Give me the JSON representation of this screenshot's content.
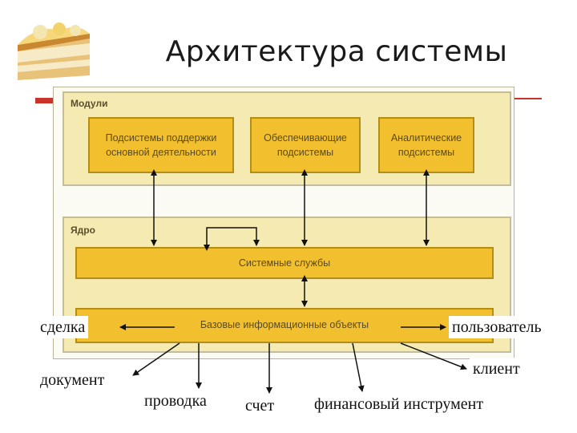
{
  "title": "Архитектура системы",
  "colors": {
    "accent": "#c8342a",
    "panel": "#f5ebb2",
    "box": "#f2c02e",
    "box_border": "#b38d14"
  },
  "diagram": {
    "modules": {
      "title": "Модули",
      "boxes": [
        [
          "Подсистемы поддержки",
          "основной деятельности"
        ],
        [
          "Обеспечивающие",
          "подсистемы"
        ],
        [
          "Аналитические",
          "подсистемы"
        ]
      ]
    },
    "core": {
      "title": "Ядро",
      "services": "Системные службы",
      "objects": "Базовые информационные объекты"
    }
  },
  "labels": {
    "deal": "сделка",
    "user": "пользователь",
    "document": "документ",
    "client": "клиент",
    "posting": "проводка",
    "account": "счет",
    "instrument": "финансовый инструмент"
  }
}
